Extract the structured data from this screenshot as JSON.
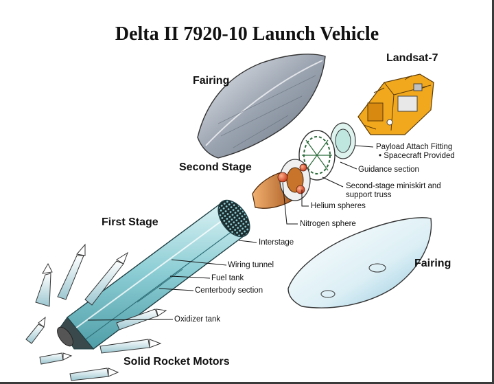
{
  "title": "Delta II 7920-10 Launch Vehicle",
  "labels": {
    "fairing_top": "Fairing",
    "landsat": "Landsat-7",
    "second_stage": "Second Stage",
    "first_stage": "First Stage",
    "fairing_bottom": "Fairing",
    "solid_rocket_motors": "Solid Rocket Motors",
    "payload_attach_fitting": "Payload Attach Fitting",
    "spacecraft_provided": "• Spacecraft Provided",
    "guidance_section": "Guidance section",
    "miniskirt_line1": "Second-stage miniskirt and",
    "miniskirt_line2": "support truss",
    "helium_spheres": "Helium spheres",
    "nitrogen_sphere": "Nitrogen sphere",
    "interstage": "Interstage",
    "wiring_tunnel": "Wiring tunnel",
    "fuel_tank": "Fuel tank",
    "centerbody_section": "Centerbody section",
    "oxidizer_tank": "Oxidizer tank"
  },
  "colors": {
    "rocket_body": "#8fcfd6",
    "fairing_metal": "#9aa3b0",
    "spacecraft_gold": "#f2a81d",
    "engine_copper": "#c8742a",
    "sphere_red": "#e04a2a",
    "leader": "#111111"
  }
}
